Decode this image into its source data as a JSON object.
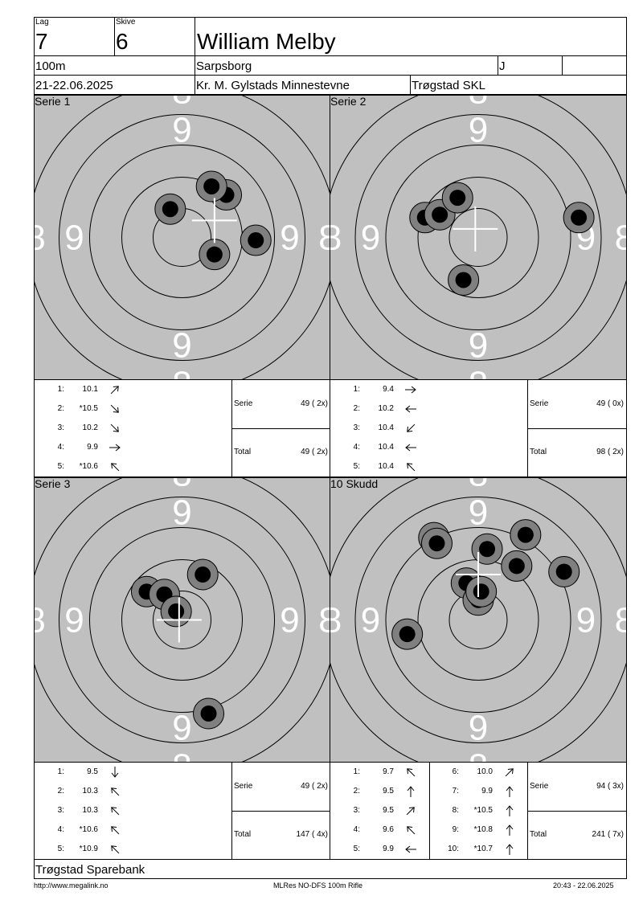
{
  "header": {
    "lag_label": "Lag",
    "lag_value": "7",
    "skive_label": "Skive",
    "skive_value": "6",
    "name": "William Melby",
    "distance": "100m",
    "club": "Sarpsborg",
    "class": "J",
    "date": "21-22.06.2025",
    "event": "Kr. M. Gylstads Minnestevne",
    "venue": "Trøgstad SKL"
  },
  "targets": [
    {
      "title": "Serie 1",
      "cross": [
        0.61,
        0.44
      ],
      "shots": [
        [
          0.46,
          0.4
        ],
        [
          0.65,
          0.35
        ],
        [
          0.6,
          0.32
        ],
        [
          0.75,
          0.51
        ],
        [
          0.61,
          0.56
        ]
      ],
      "shots_num": [
        "1",
        "2",
        "3",
        "4",
        "5"
      ],
      "values": [
        "10.1",
        "*10.5",
        "10.2",
        "9.9",
        "*10.6"
      ],
      "dirs": [
        "ne",
        "se",
        "se",
        "e",
        "nw"
      ],
      "serie_label": "Serie",
      "serie_value": "49 ( 2x)",
      "total_label": "Total",
      "total_value": "49 ( 2x)"
    },
    {
      "title": "Serie 2",
      "cross": [
        0.49,
        0.47
      ],
      "shots": [
        [
          0.32,
          0.43
        ],
        [
          0.37,
          0.42
        ],
        [
          0.43,
          0.36
        ],
        [
          0.84,
          0.43
        ],
        [
          0.45,
          0.65
        ]
      ],
      "shots_num": [
        "1",
        "2",
        "3",
        "4",
        "5"
      ],
      "values": [
        "9.4",
        "10.2",
        "10.4",
        "10.4",
        "10.4"
      ],
      "dirs": [
        "e",
        "w",
        "sw",
        "w",
        "nw"
      ],
      "serie_label": "Serie",
      "serie_value": "49 ( 0x)",
      "total_label": "Total",
      "total_value": "98 ( 2x)"
    },
    {
      "title": "Serie 3",
      "cross": [
        0.49,
        0.5
      ],
      "shots": [
        [
          0.38,
          0.4
        ],
        [
          0.44,
          0.41
        ],
        [
          0.48,
          0.47
        ],
        [
          0.57,
          0.34
        ],
        [
          0.59,
          0.83
        ]
      ],
      "shots_num": [
        "1",
        "2",
        "3",
        "4",
        "5"
      ],
      "values": [
        "9.5",
        "10.3",
        "10.3",
        "*10.6",
        "*10.9"
      ],
      "dirs": [
        "s",
        "nw",
        "nw",
        "nw",
        "nw"
      ],
      "serie_label": "Serie",
      "serie_value": "49 ( 2x)",
      "total_label": "Total",
      "total_value": "147 ( 4x)"
    },
    {
      "title": "10 Skudd",
      "cross": [
        0.5,
        0.34
      ],
      "shots": [
        [
          0.35,
          0.21
        ],
        [
          0.53,
          0.25
        ],
        [
          0.66,
          0.2
        ],
        [
          0.79,
          0.33
        ],
        [
          0.63,
          0.31
        ],
        [
          0.46,
          0.37
        ],
        [
          0.5,
          0.43
        ],
        [
          0.51,
          0.4
        ],
        [
          0.26,
          0.55
        ],
        [
          0.36,
          0.23
        ]
      ],
      "shots_num": [
        "1",
        "2",
        "3",
        "4",
        "5",
        "6",
        "7",
        "8",
        "9",
        "10"
      ],
      "values": [
        "9.7",
        "9.5",
        "9.5",
        "9.6",
        "9.9",
        "10.0",
        "9.9",
        "*10.5",
        "*10.8",
        "*10.7"
      ],
      "dirs": [
        "nw",
        "n",
        "ne",
        "nw",
        "w",
        "ne",
        "n",
        "n",
        "n",
        "n"
      ],
      "serie_label": "Serie",
      "serie_value": "94 ( 3x)",
      "total_label": "Total",
      "total_value": "241 ( 7x)"
    }
  ],
  "ring_numbers": [
    "9",
    "8"
  ],
  "footer": {
    "sponsor": "Trøgstad Sparebank",
    "url": "http://www.megalink.no",
    "software": "MLRes NO-DFS 100m Rifle",
    "timestamp": "20:43 - 22.06.2025"
  },
  "colors": {
    "target_bg": "#c0c0c0",
    "shot_halo": "#808080",
    "shot_core": "#000000",
    "cross": "#ffffff"
  }
}
